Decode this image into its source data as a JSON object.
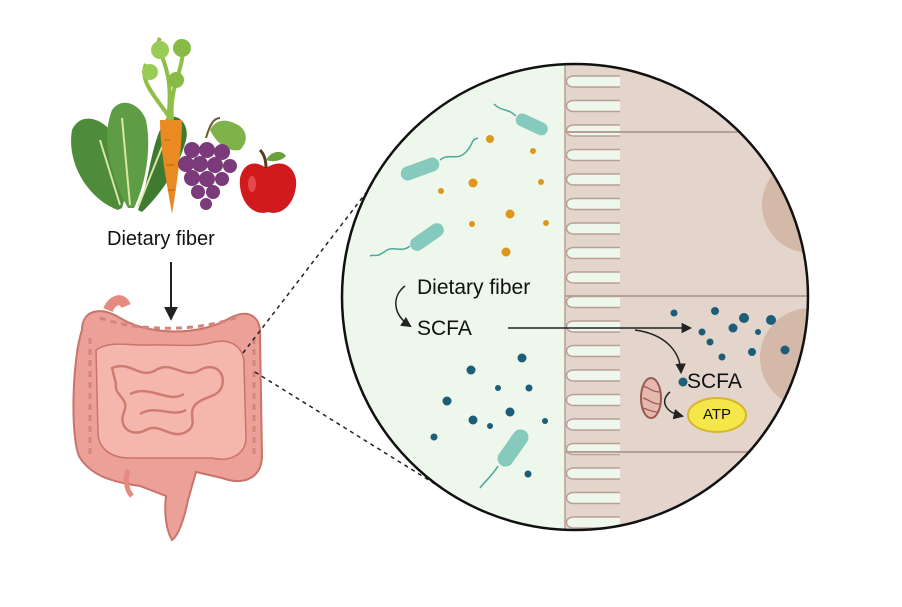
{
  "labels": {
    "dietary_fiber_left": "Dietary fiber",
    "dietary_fiber_circle": "Dietary fiber",
    "scfa_lumen": "SCFA",
    "scfa_cell": "SCFA",
    "atp": "ATP"
  },
  "colors": {
    "lumen_bg": "#eef7ec",
    "epithelium": "#e3d5cc",
    "epithelium_line": "#b89f93",
    "intestine": "#f0a89c",
    "intestine_dark": "#d57e74",
    "bacteria": "#86c9bd",
    "fiber_particle": "#e0961a",
    "scfa_particle": "#1c5d78",
    "atp_fill": "#f5e64a",
    "arrow": "#222222"
  },
  "icons": [
    "spinach-icon",
    "carrot-icon",
    "grapes-icon",
    "apple-icon",
    "intestine-icon",
    "bacterium-icon",
    "mitochondrion-icon"
  ]
}
